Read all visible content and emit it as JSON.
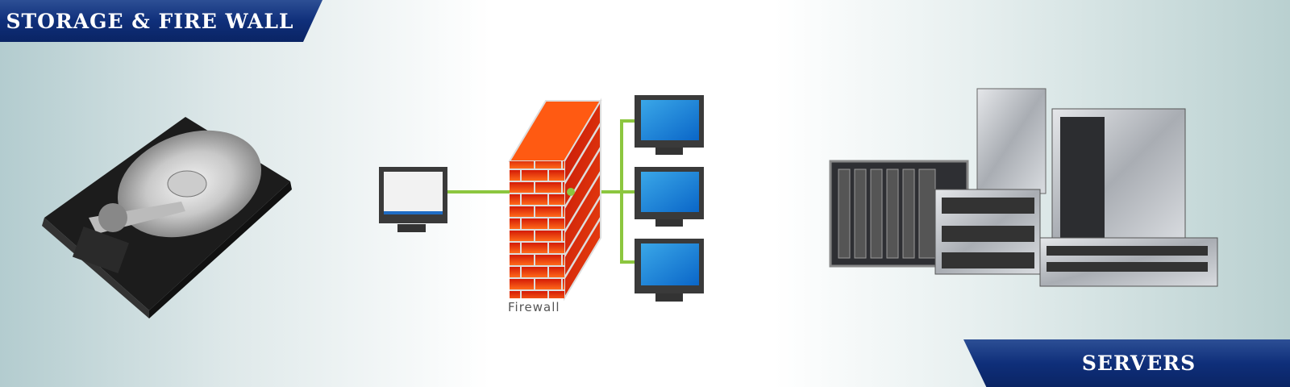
{
  "banners": {
    "top": "STORAGE & FIRE WALL",
    "bottom": "SERVERS"
  },
  "diagram": {
    "firewall_label": "Firewall"
  },
  "colors": {
    "banner": "#0f2f7a",
    "link": "#8cc63f",
    "brick": "#e8350e",
    "screen": "#1a86d6"
  }
}
